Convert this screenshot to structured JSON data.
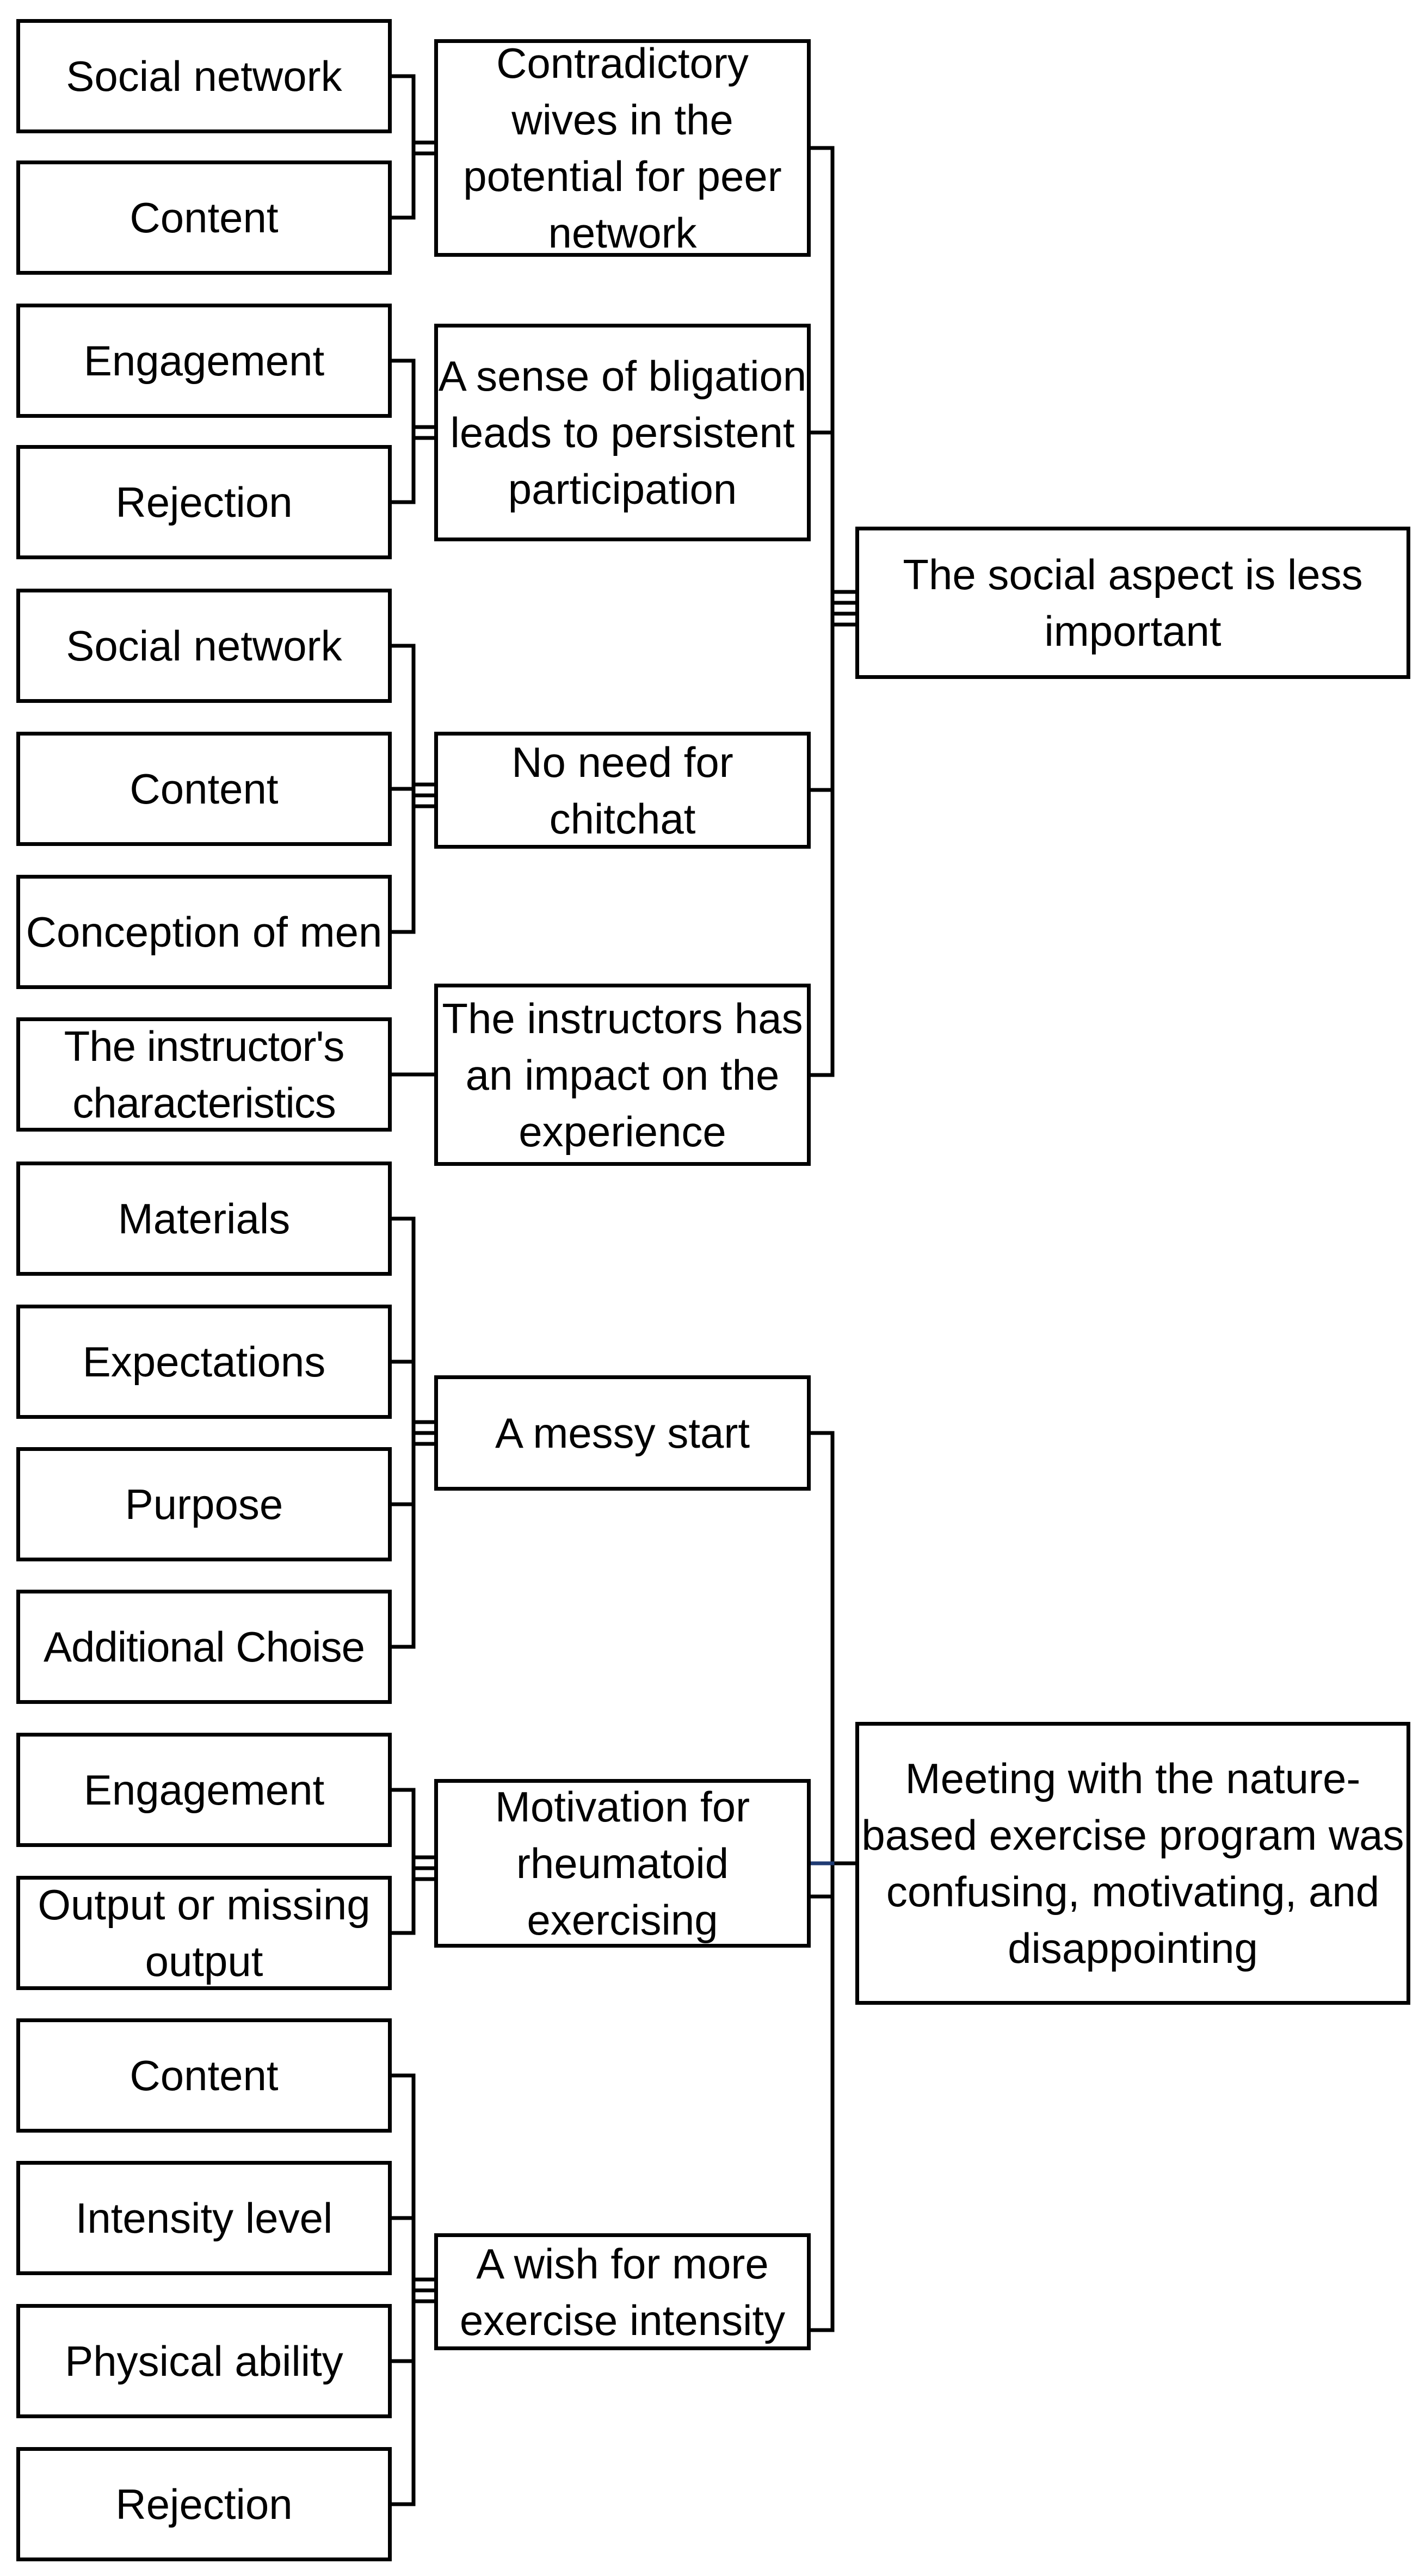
{
  "themes": [
    {
      "label": "The social aspect is less important",
      "subthemes": [
        {
          "label": "Contradictory wives in the potential for peer network",
          "codes": [
            "Social network",
            "Content"
          ]
        },
        {
          "label": "A sense of bligation leads to persistent participation",
          "codes": [
            "Engagement",
            "Rejection"
          ]
        },
        {
          "label": "No need for chitchat",
          "codes": [
            "Social network",
            "Content",
            "Conception of men"
          ]
        },
        {
          "label": "The instructors has an impact on the experience",
          "codes": [
            "The instructor's characteristics"
          ]
        }
      ]
    },
    {
      "label": "Meeting with the nature-based exercise program was confusing, motivating, and disappointing",
      "subthemes": [
        {
          "label": "A messy start",
          "codes": [
            "Materials",
            "Expectations",
            "Purpose",
            "Additional Choise"
          ]
        },
        {
          "label": "Motivation for rheumatoid exercising",
          "codes": [
            "Engagement",
            "Output or missing output"
          ]
        },
        {
          "label": "A wish for more exercise intensity",
          "codes": [
            "Content",
            "Intensity level",
            "Physical ability",
            "Rejection"
          ]
        }
      ]
    }
  ],
  "colors": {
    "stroke": "#000000",
    "accent_connector": "#1f3b73"
  }
}
